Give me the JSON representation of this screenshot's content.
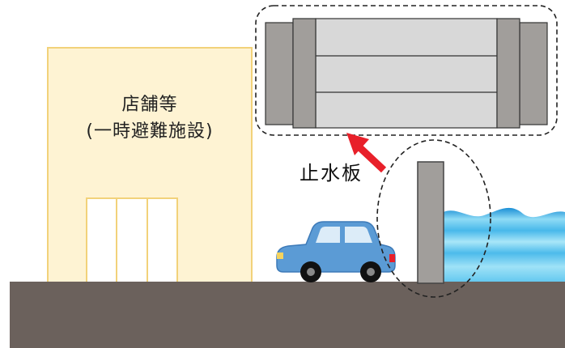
{
  "building": {
    "name_line1": "店舗等",
    "name_line2": "(一時避難施設)"
  },
  "barrier": {
    "label": "止水板"
  },
  "colors": {
    "building_fill": "#fef3d3",
    "building_stroke": "#f2d27a",
    "ground": "#6b615c",
    "board": "#a19e9b",
    "board_light": "#d8d8d8",
    "car_body": "#5b9bd5",
    "car_window": "#dcecf8",
    "water": "#7fd0ee",
    "arrow": "#e8202a"
  }
}
